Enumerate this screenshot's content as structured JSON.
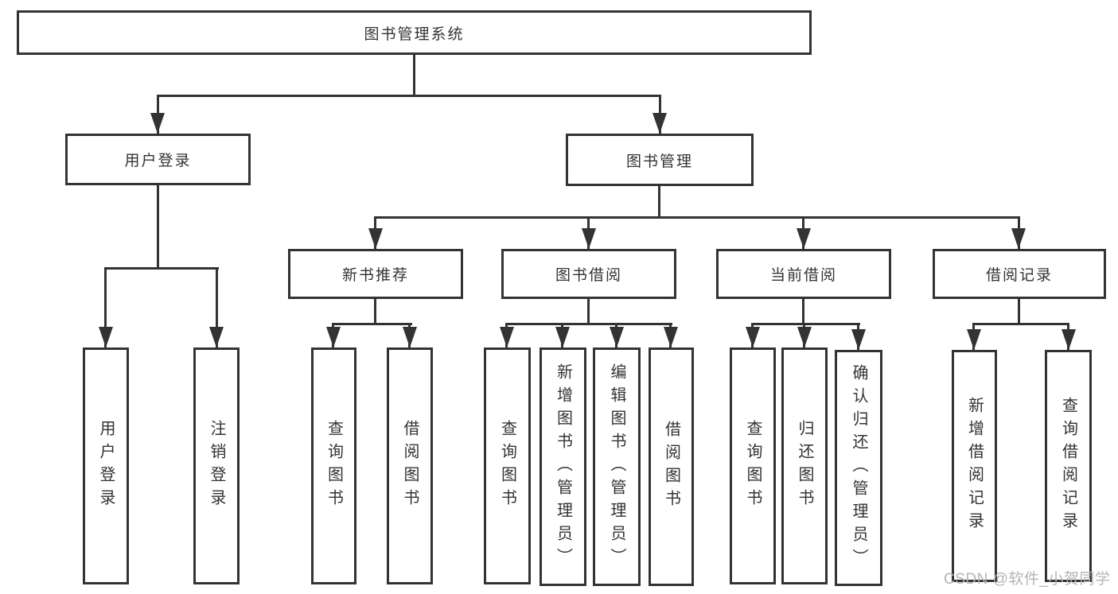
{
  "tree": {
    "label": "图书管理系统",
    "children": [
      {
        "label": "用户登录",
        "children": [
          {
            "label": "用户登录"
          },
          {
            "label": "注销登录"
          }
        ]
      },
      {
        "label": "图书管理",
        "children": [
          {
            "label": "新书推荐",
            "children": [
              {
                "label": "查询图书"
              },
              {
                "label": "借阅图书"
              }
            ]
          },
          {
            "label": "图书借阅",
            "children": [
              {
                "label": "查询图书"
              },
              {
                "label": "新增图书（管理员）"
              },
              {
                "label": "编辑图书（管理员）"
              },
              {
                "label": "借阅图书"
              }
            ]
          },
          {
            "label": "当前借阅",
            "children": [
              {
                "label": "查询图书"
              },
              {
                "label": "归还图书"
              },
              {
                "label": "确认归还（管理员）"
              }
            ]
          },
          {
            "label": "借阅记录",
            "children": [
              {
                "label": "新增借阅记录"
              },
              {
                "label": "查询借阅记录"
              }
            ]
          }
        ]
      }
    ]
  },
  "watermark": "CSDN @软件_小贺同学",
  "colors": {
    "line": "#333333",
    "text": "#333333",
    "box_background": "#ffffff",
    "watermark": "#b4b4b4",
    "background": "#ffffff"
  }
}
